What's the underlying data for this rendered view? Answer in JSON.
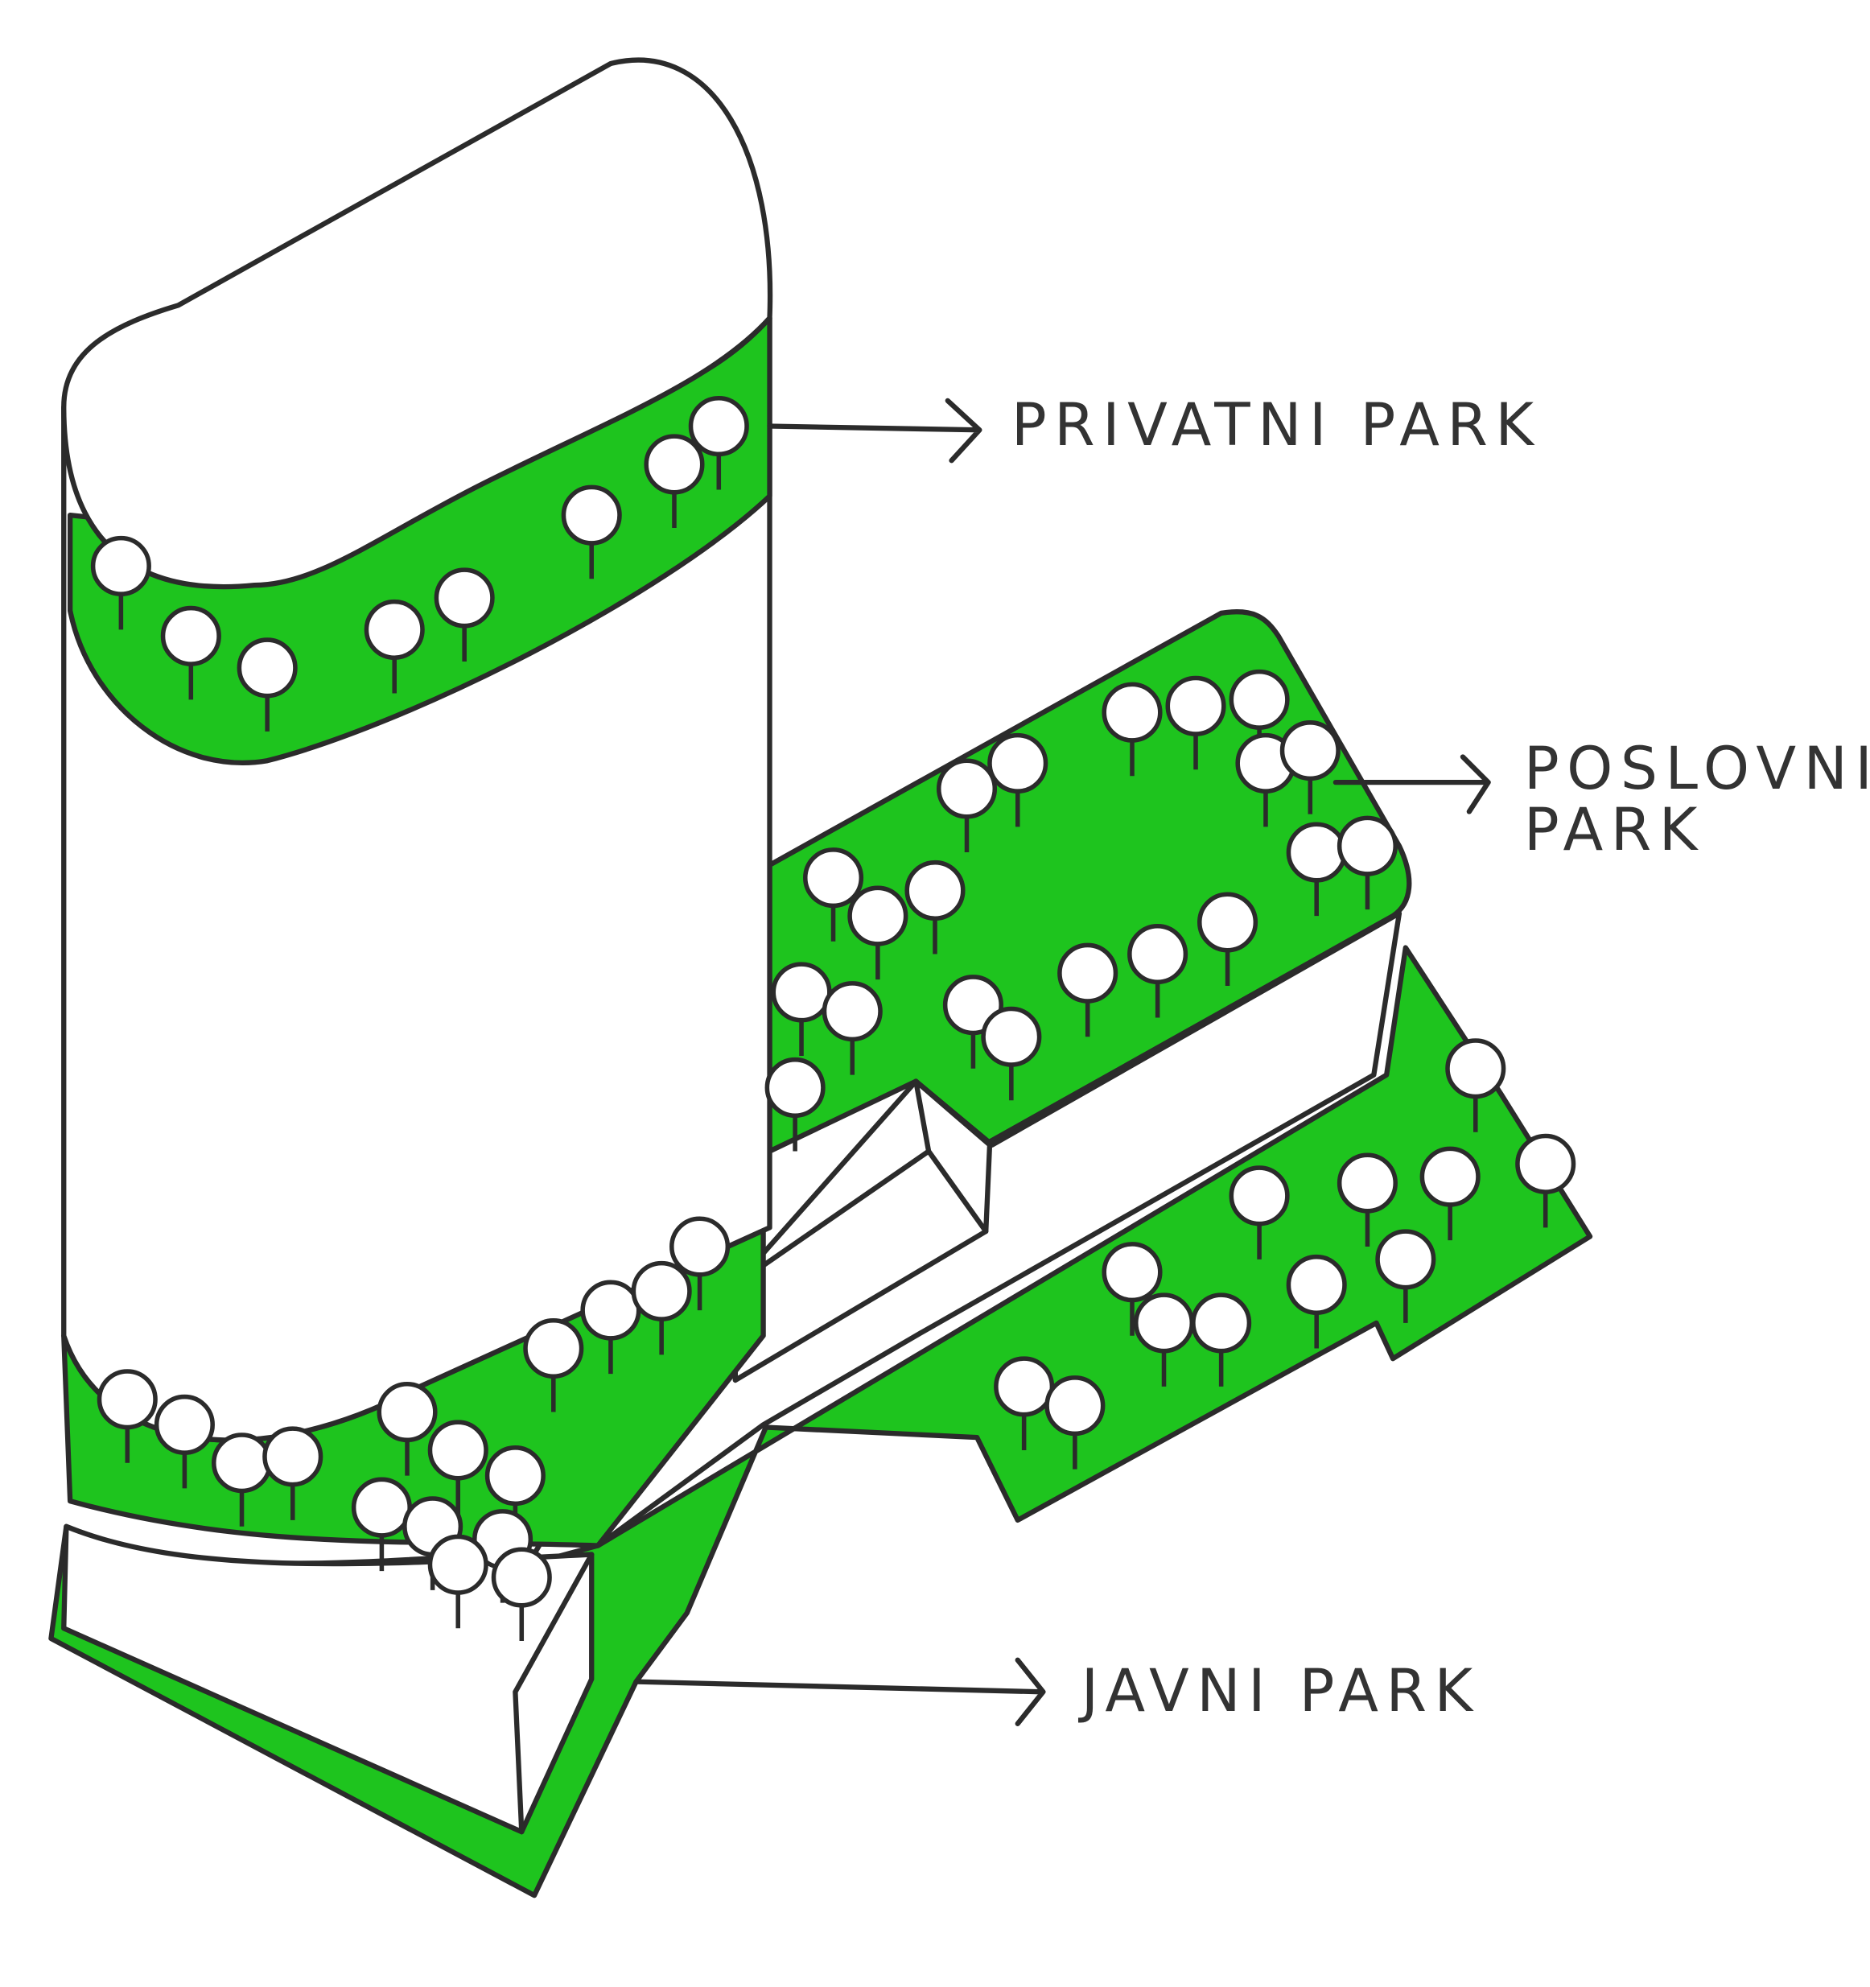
{
  "labels": {
    "private_park": "PRIVATNI PARK",
    "business_park_line1": "POSLOVNI",
    "business_park_line2": "PARK",
    "public_park": "JAVNI PARK"
  },
  "colors": {
    "park_green": "#1ec41e",
    "ink": "#2b2b2b",
    "paper": "#ffffff"
  }
}
